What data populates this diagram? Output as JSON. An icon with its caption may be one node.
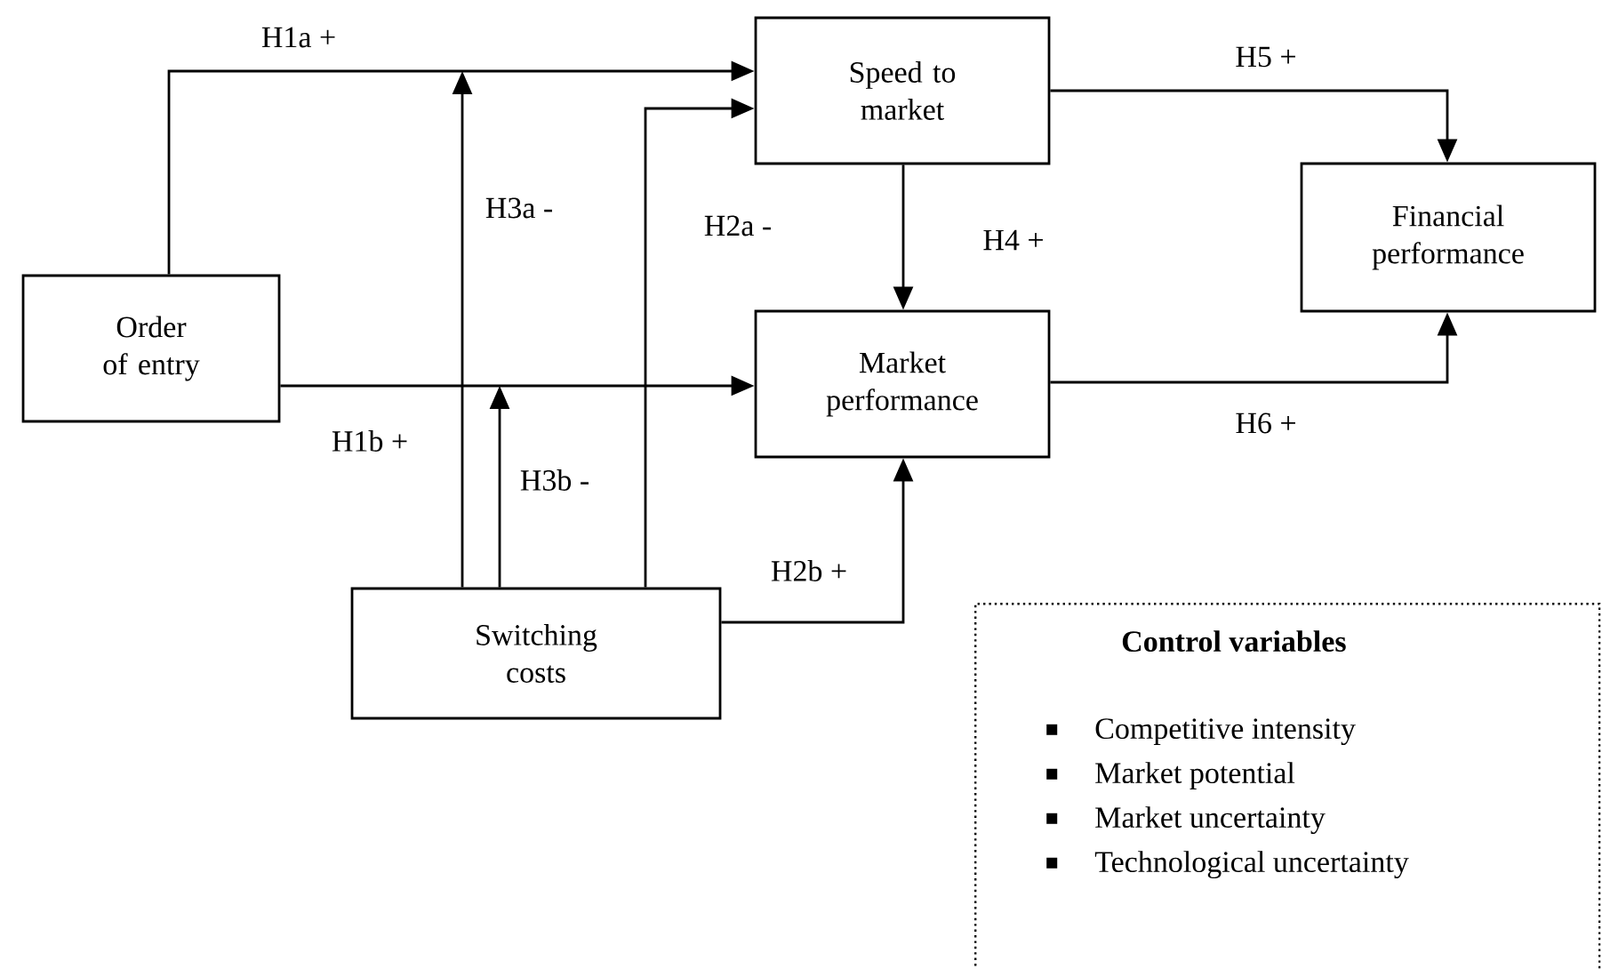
{
  "diagram": {
    "nodes": [
      {
        "text": [
          "Order of entry"
        ]
      },
      {
        "text": [
          "Speed to market"
        ]
      },
      {
        "text": [
          "Financial performance"
        ]
      },
      {
        "text": [
          "Market performance"
        ]
      },
      {
        "text": [
          "Switching costs"
        ]
      },
      {
        "text": [
          "Control variables",
          "Competitive intensity",
          "Market potential",
          "Market uncertainty",
          "Technological uncertainty"
        ]
      }
    ],
    "edges": [
      {
        "from": 0,
        "to": 1,
        "arrow": "to",
        "label": "H1a +"
      },
      {
        "from": 0,
        "to": 3,
        "arrow": "to",
        "label": "H1b +"
      },
      {
        "from": 4,
        "to": 1,
        "arrow": "to",
        "label": "H2a -"
      },
      {
        "from": 4,
        "to": 3,
        "arrow": "to",
        "label": "H2b +"
      },
      {
        "from": 1,
        "to": 3,
        "arrow": "to",
        "label": "H4 +"
      },
      {
        "from": 1,
        "to": 2,
        "arrow": "to",
        "label": "H5 +"
      },
      {
        "from": 3,
        "to": 2,
        "arrow": "to",
        "label": "H6 +"
      },
      {
        "from": 4,
        "to": null,
        "arrow": "to",
        "label": "H3a -"
      },
      {
        "from": 4,
        "to": null,
        "arrow": "to",
        "label": "H3b -"
      }
    ]
  }
}
